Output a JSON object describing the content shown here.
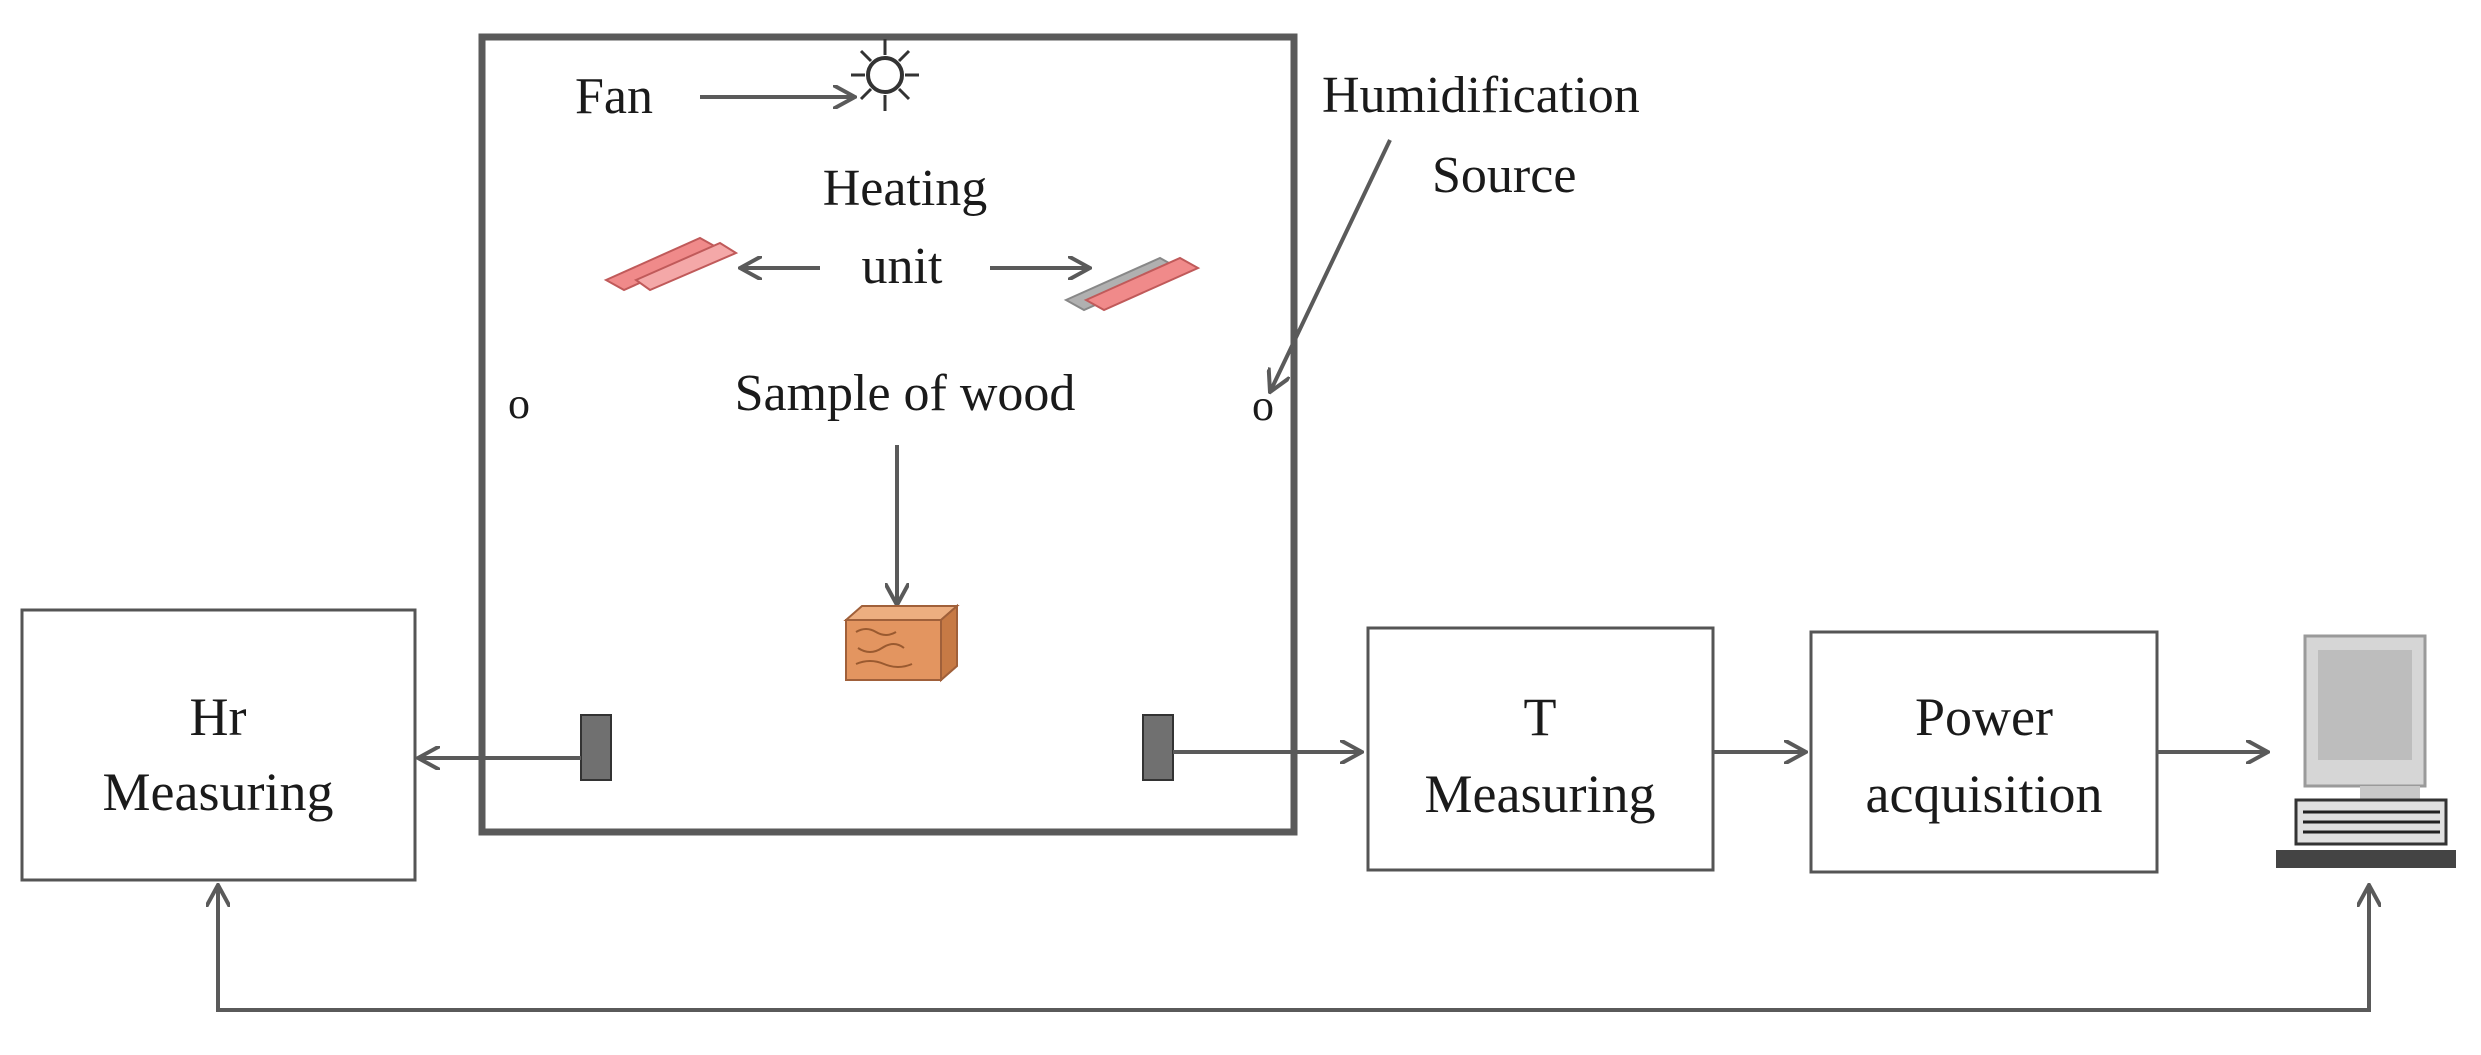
{
  "chamber": {
    "fan_label": "Fan",
    "heating_label_line1": "Heating",
    "heating_label_line2": "unit",
    "sample_label": "Sample of wood",
    "humidification_line1": "Humidification",
    "humidification_line2": "Source",
    "hole_left": "o",
    "hole_right": "o"
  },
  "boxes": {
    "hr_line1": "Hr",
    "hr_line2": "Measuring",
    "t_line1": "T",
    "t_line2": "Measuring",
    "power_line1": "Power",
    "power_line2": "acquisition"
  },
  "icons": {
    "fan": "fan-icon",
    "heater": "heating-element-icon",
    "wood": "wood-sample-icon",
    "sensor": "sensor-icon",
    "computer": "computer-icon"
  },
  "colors": {
    "line": "#5a5a5a",
    "box_border": "#555555",
    "heater": "#f08a8a",
    "wood": "#e0905a",
    "sensor": "#707070"
  }
}
